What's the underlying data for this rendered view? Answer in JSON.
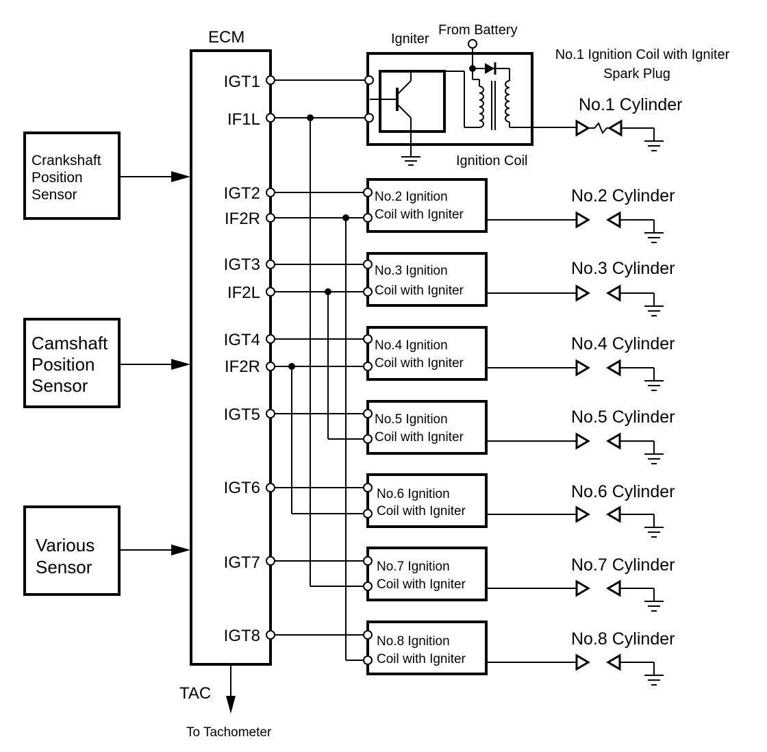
{
  "ecm": {
    "title": "ECM",
    "tac": "TAC",
    "tac_destination": "To Tachometer"
  },
  "sensors": [
    {
      "id": "crankshaft",
      "lines": [
        "Crankshaft",
        "Position",
        "Sensor"
      ]
    },
    {
      "id": "camshaft",
      "lines": [
        "Camshaft",
        "Position",
        "Sensor"
      ]
    },
    {
      "id": "various",
      "lines": [
        "Various",
        "Sensor"
      ]
    }
  ],
  "ecm_pins": [
    "IGT1",
    "IF1L",
    "IGT2",
    "IF2R",
    "IGT3",
    "IF2L",
    "IGT4",
    "IF2R",
    "IGT5",
    "IGT6",
    "IGT7",
    "IGT8"
  ],
  "coil1": {
    "igniter_label": "Igniter",
    "battery_label": "From Battery",
    "coil_label": "Ignition Coil",
    "title_line1": "No.1 Ignition Coil with Igniter",
    "title_line2": "Spark Plug"
  },
  "coils": [
    {
      "line1": "No.2 Ignition",
      "line2": "Coil with Igniter"
    },
    {
      "line1": "No.3 Ignition",
      "line2": "Coil with Igniter"
    },
    {
      "line1": "No.4 Ignition",
      "line2": "Coil with Igniter"
    },
    {
      "line1": "No.5 Ignition",
      "line2": "Coil with Igniter"
    },
    {
      "line1": "No.6 Ignition",
      "line2": "Coil with Igniter"
    },
    {
      "line1": "No.7 Ignition",
      "line2": "Coil with Igniter"
    },
    {
      "line1": "No.8 Ignition",
      "line2": "Coil with Igniter"
    }
  ],
  "cylinders": [
    "No.1 Cylinder",
    "No.2 Cylinder",
    "No.3 Cylinder",
    "No.4 Cylinder",
    "No.5 Cylinder",
    "No.6 Cylinder",
    "No.7 Cylinder",
    "No.8 Cylinder"
  ]
}
